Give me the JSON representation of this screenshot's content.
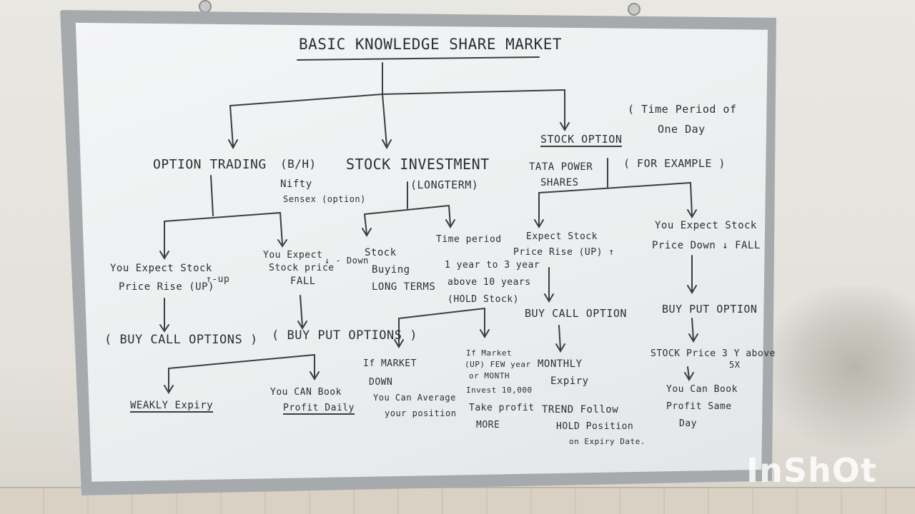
{
  "title": "BASIC KNOWLEDGE SHARE MARKET",
  "branches": {
    "option_trading": {
      "label": "OPTION TRADING",
      "tag": "(B/H)",
      "sub1": "Nifty",
      "sub2": "Sensex (option)",
      "left": {
        "line1": "You Expect Stock",
        "line2": "Price Rise (UP)",
        "mark": "↑-up",
        "action": "( BUY CALL OPTIONS )",
        "result": "WEAKLY Expiry"
      },
      "right": {
        "line1": "You Expect",
        "line2": "Stock price",
        "line3": "FALL",
        "mark": "↓ - Down",
        "action": "( BUY PUT OPTIONS )",
        "result1": "You CAN Book",
        "result2": "Profit Daily"
      }
    },
    "stock_investment": {
      "label": "STOCK INVESTMENT",
      "tag": "(LONGTERM)",
      "left": {
        "line1": "Stock",
        "line2": "Buying",
        "line3": "LONG TERMS"
      },
      "right": {
        "heading": "Time period",
        "line1": "1 year to 3 year",
        "line2": "above 10 years",
        "line3": "(HOLD Stock)"
      },
      "down": {
        "line1": "If MARKET",
        "line2": "DOWN",
        "line3": "You Can Average",
        "line4": "your position"
      },
      "up": {
        "line1": "If Market",
        "line2": "(UP) FEW year",
        "line3": "or MONTH",
        "line4": "Invest 10,000",
        "line5": "Take profit",
        "line6": "MORE"
      }
    },
    "stock_option": {
      "label": "STOCK OPTION",
      "note1": "( Time Period of",
      "note2": "One Day",
      "example": "( FOR EXAMPLE )",
      "company1": "TATA POWER",
      "company2": "SHARES",
      "left": {
        "line1": "Expect Stock",
        "line2": "Price Rise (UP) ↑",
        "action": "BUY CALL OPTION",
        "result1": "MONTHLY",
        "result2": "Expiry",
        "extra1": "TREND Follow",
        "extra2": "HOLD Position",
        "extra3": "on Expiry Date."
      },
      "right": {
        "line1": "You Expect Stock",
        "line2": "Price Down ↓ FALL",
        "action": "BUY PUT OPTION",
        "result1": "STOCK Price 3 Y above",
        "result2": "5X",
        "extra1": "You Can Book",
        "extra2": "Profit Same",
        "extra3": "Day"
      }
    }
  },
  "watermark": "InShOt"
}
